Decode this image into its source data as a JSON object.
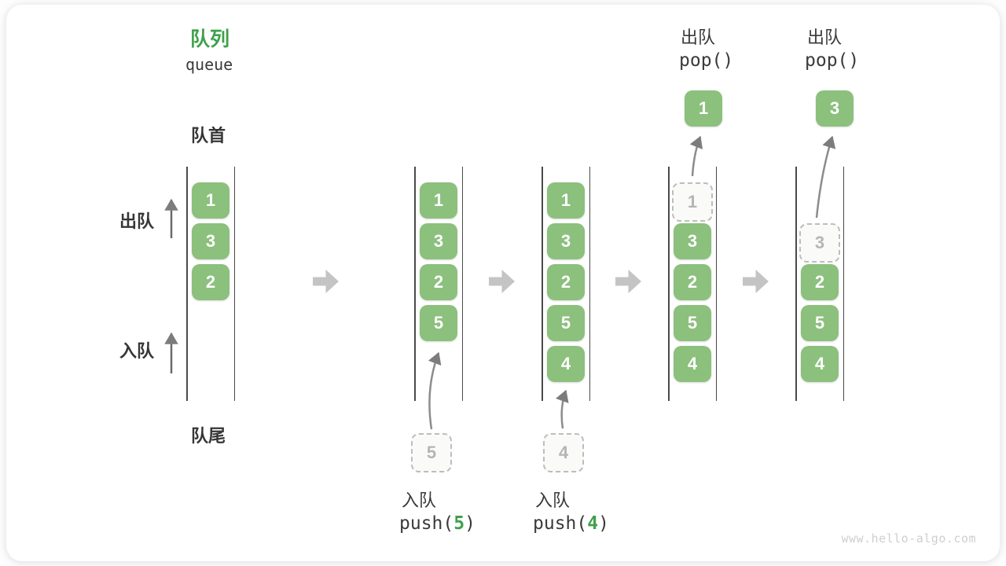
{
  "title": {
    "zh": "队列",
    "en": "queue"
  },
  "labels": {
    "front": "队首",
    "rear": "队尾",
    "dequeue_side": "出队",
    "enqueue_side": "入队"
  },
  "colors": {
    "accent_green": "#8cc07d",
    "title_green": "#3fa14a",
    "rail_dark": "#4a4a4a",
    "flow_arrow_gray": "#c4c4c4",
    "ghost_gray": "#b5b5b5",
    "watermark_gray": "#cfcfcf"
  },
  "stages": [
    {
      "cells": [
        {
          "value": "1",
          "state": "solid"
        },
        {
          "value": "3",
          "state": "solid"
        },
        {
          "value": "2",
          "state": "solid"
        }
      ]
    },
    {
      "cells": [
        {
          "value": "1",
          "state": "solid"
        },
        {
          "value": "3",
          "state": "solid"
        },
        {
          "value": "2",
          "state": "solid"
        },
        {
          "value": "5",
          "state": "solid"
        }
      ],
      "staging": {
        "value": "5"
      }
    },
    {
      "cells": [
        {
          "value": "1",
          "state": "solid"
        },
        {
          "value": "3",
          "state": "solid"
        },
        {
          "value": "2",
          "state": "solid"
        },
        {
          "value": "5",
          "state": "solid"
        },
        {
          "value": "4",
          "state": "solid"
        }
      ],
      "staging": {
        "value": "4"
      }
    },
    {
      "cells": [
        {
          "value": "1",
          "state": "removed"
        },
        {
          "value": "3",
          "state": "solid"
        },
        {
          "value": "2",
          "state": "solid"
        },
        {
          "value": "5",
          "state": "solid"
        },
        {
          "value": "4",
          "state": "solid"
        }
      ],
      "popped": {
        "value": "1"
      }
    },
    {
      "cells": [
        {
          "value": "3",
          "state": "removed"
        },
        {
          "value": "2",
          "state": "solid"
        },
        {
          "value": "5",
          "state": "solid"
        },
        {
          "value": "4",
          "state": "solid"
        }
      ],
      "popped": {
        "value": "3"
      }
    }
  ],
  "ops": {
    "push5": {
      "label": "入队",
      "fn": "push(",
      "arg": "5",
      "close": ")"
    },
    "push4": {
      "label": "入队",
      "fn": "push(",
      "arg": "4",
      "close": ")"
    },
    "pop1": {
      "label": "出队",
      "call": "pop()"
    },
    "pop2": {
      "label": "出队",
      "call": "pop()"
    }
  },
  "watermark": "www.hello-algo.com"
}
